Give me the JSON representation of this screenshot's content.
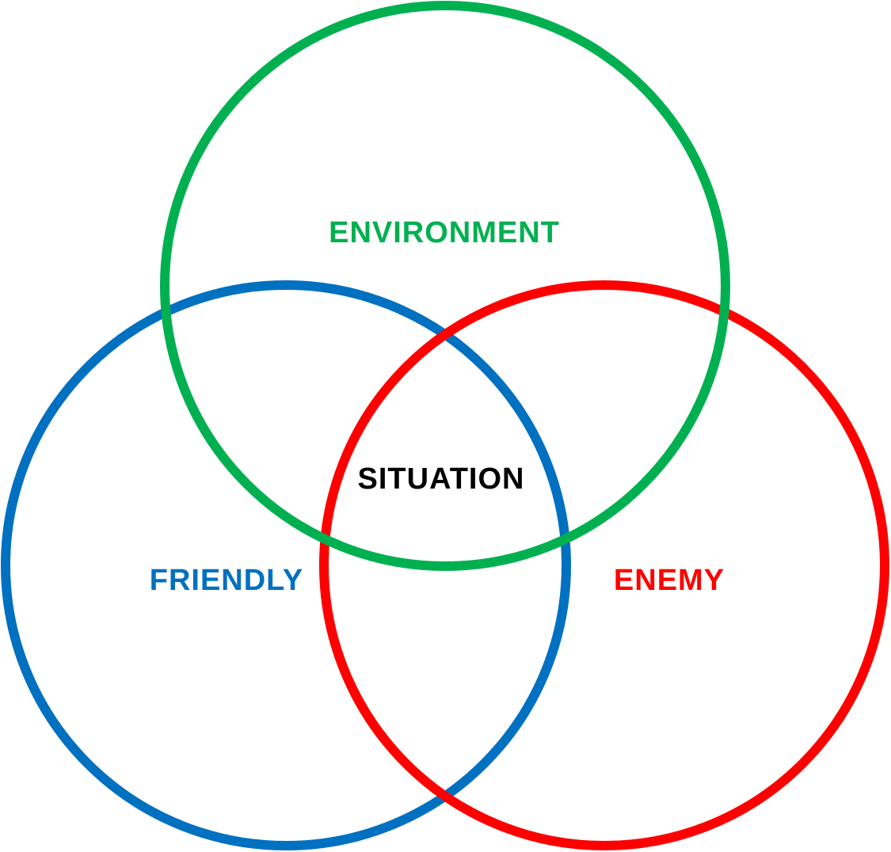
{
  "diagram": {
    "sets": [
      {
        "id": "environment",
        "label": "ENVIRONMENT",
        "color": "#00b050"
      },
      {
        "id": "friendly",
        "label": "FRIENDLY",
        "color": "#0070c0"
      },
      {
        "id": "enemy",
        "label": "ENEMY",
        "color": "#ff0000"
      }
    ],
    "intersection": {
      "label": "SITUATION",
      "color": "#000000"
    }
  }
}
